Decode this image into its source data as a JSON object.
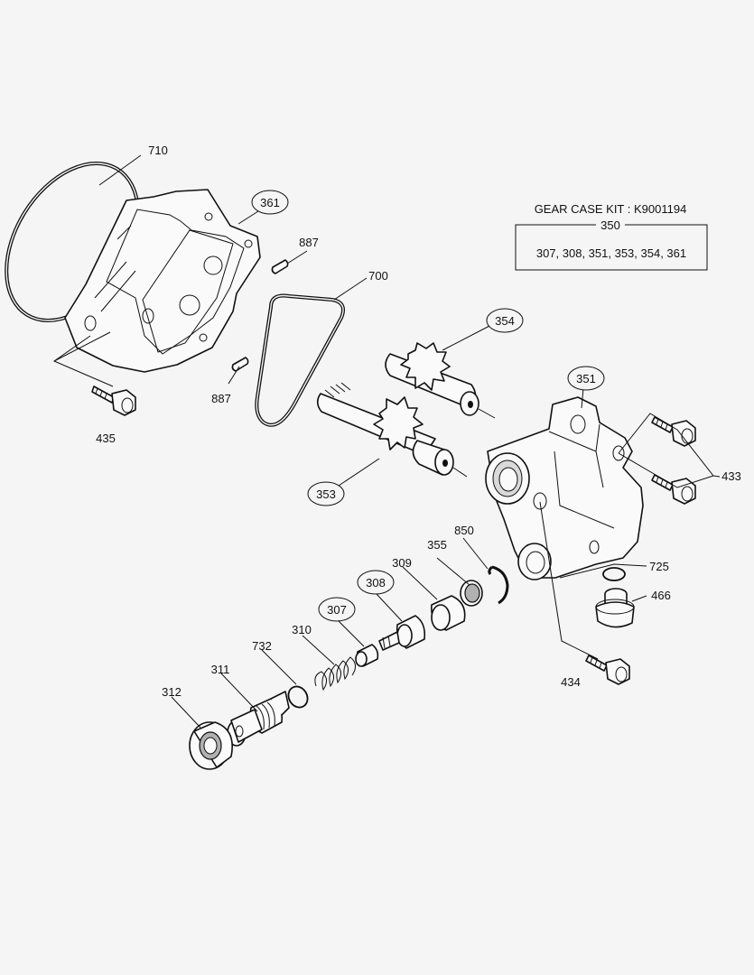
{
  "kit": {
    "title": "GEAR CASE KIT : K9001194",
    "number": "350",
    "contents": "307, 308, 351, 353, 354, 361"
  },
  "labels": {
    "p710": "710",
    "p361": "361",
    "p887a": "887",
    "p887b": "887",
    "p700": "700",
    "p435": "435",
    "p354": "354",
    "p351": "351",
    "p433": "433",
    "p353": "353",
    "p850": "850",
    "p355": "355",
    "p309": "309",
    "p308": "308",
    "p307": "307",
    "p310": "310",
    "p732": "732",
    "p311": "311",
    "p312": "312",
    "p725": "725",
    "p466": "466",
    "p434": "434"
  }
}
